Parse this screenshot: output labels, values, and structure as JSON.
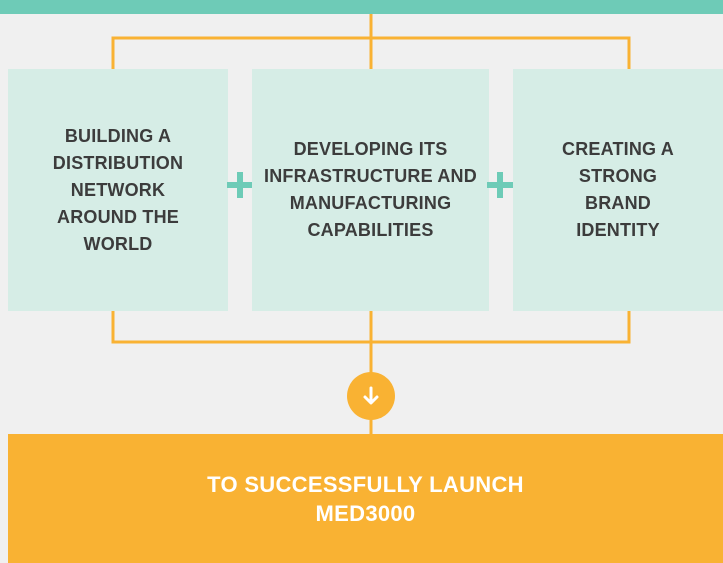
{
  "colors": {
    "teal": "#6ecbb7",
    "box_bg": "#d6ede6",
    "orange": "#f9b233",
    "text": "#3c3c3c"
  },
  "steps": [
    {
      "label": "BUILDING A DISTRIBUTION NETWORK AROUND THE WORLD"
    },
    {
      "label": "DEVELOPING ITS INFRASTRUCTURE AND MANUFACTURING CAPABILITIES"
    },
    {
      "label": "CREATING A STRONG BRAND IDENTITY"
    }
  ],
  "joiner_icon": "plus-icon",
  "flow_icon": "arrow-down-icon",
  "result": {
    "label": "TO SUCCESSFULLY LAUNCH MED3000"
  }
}
